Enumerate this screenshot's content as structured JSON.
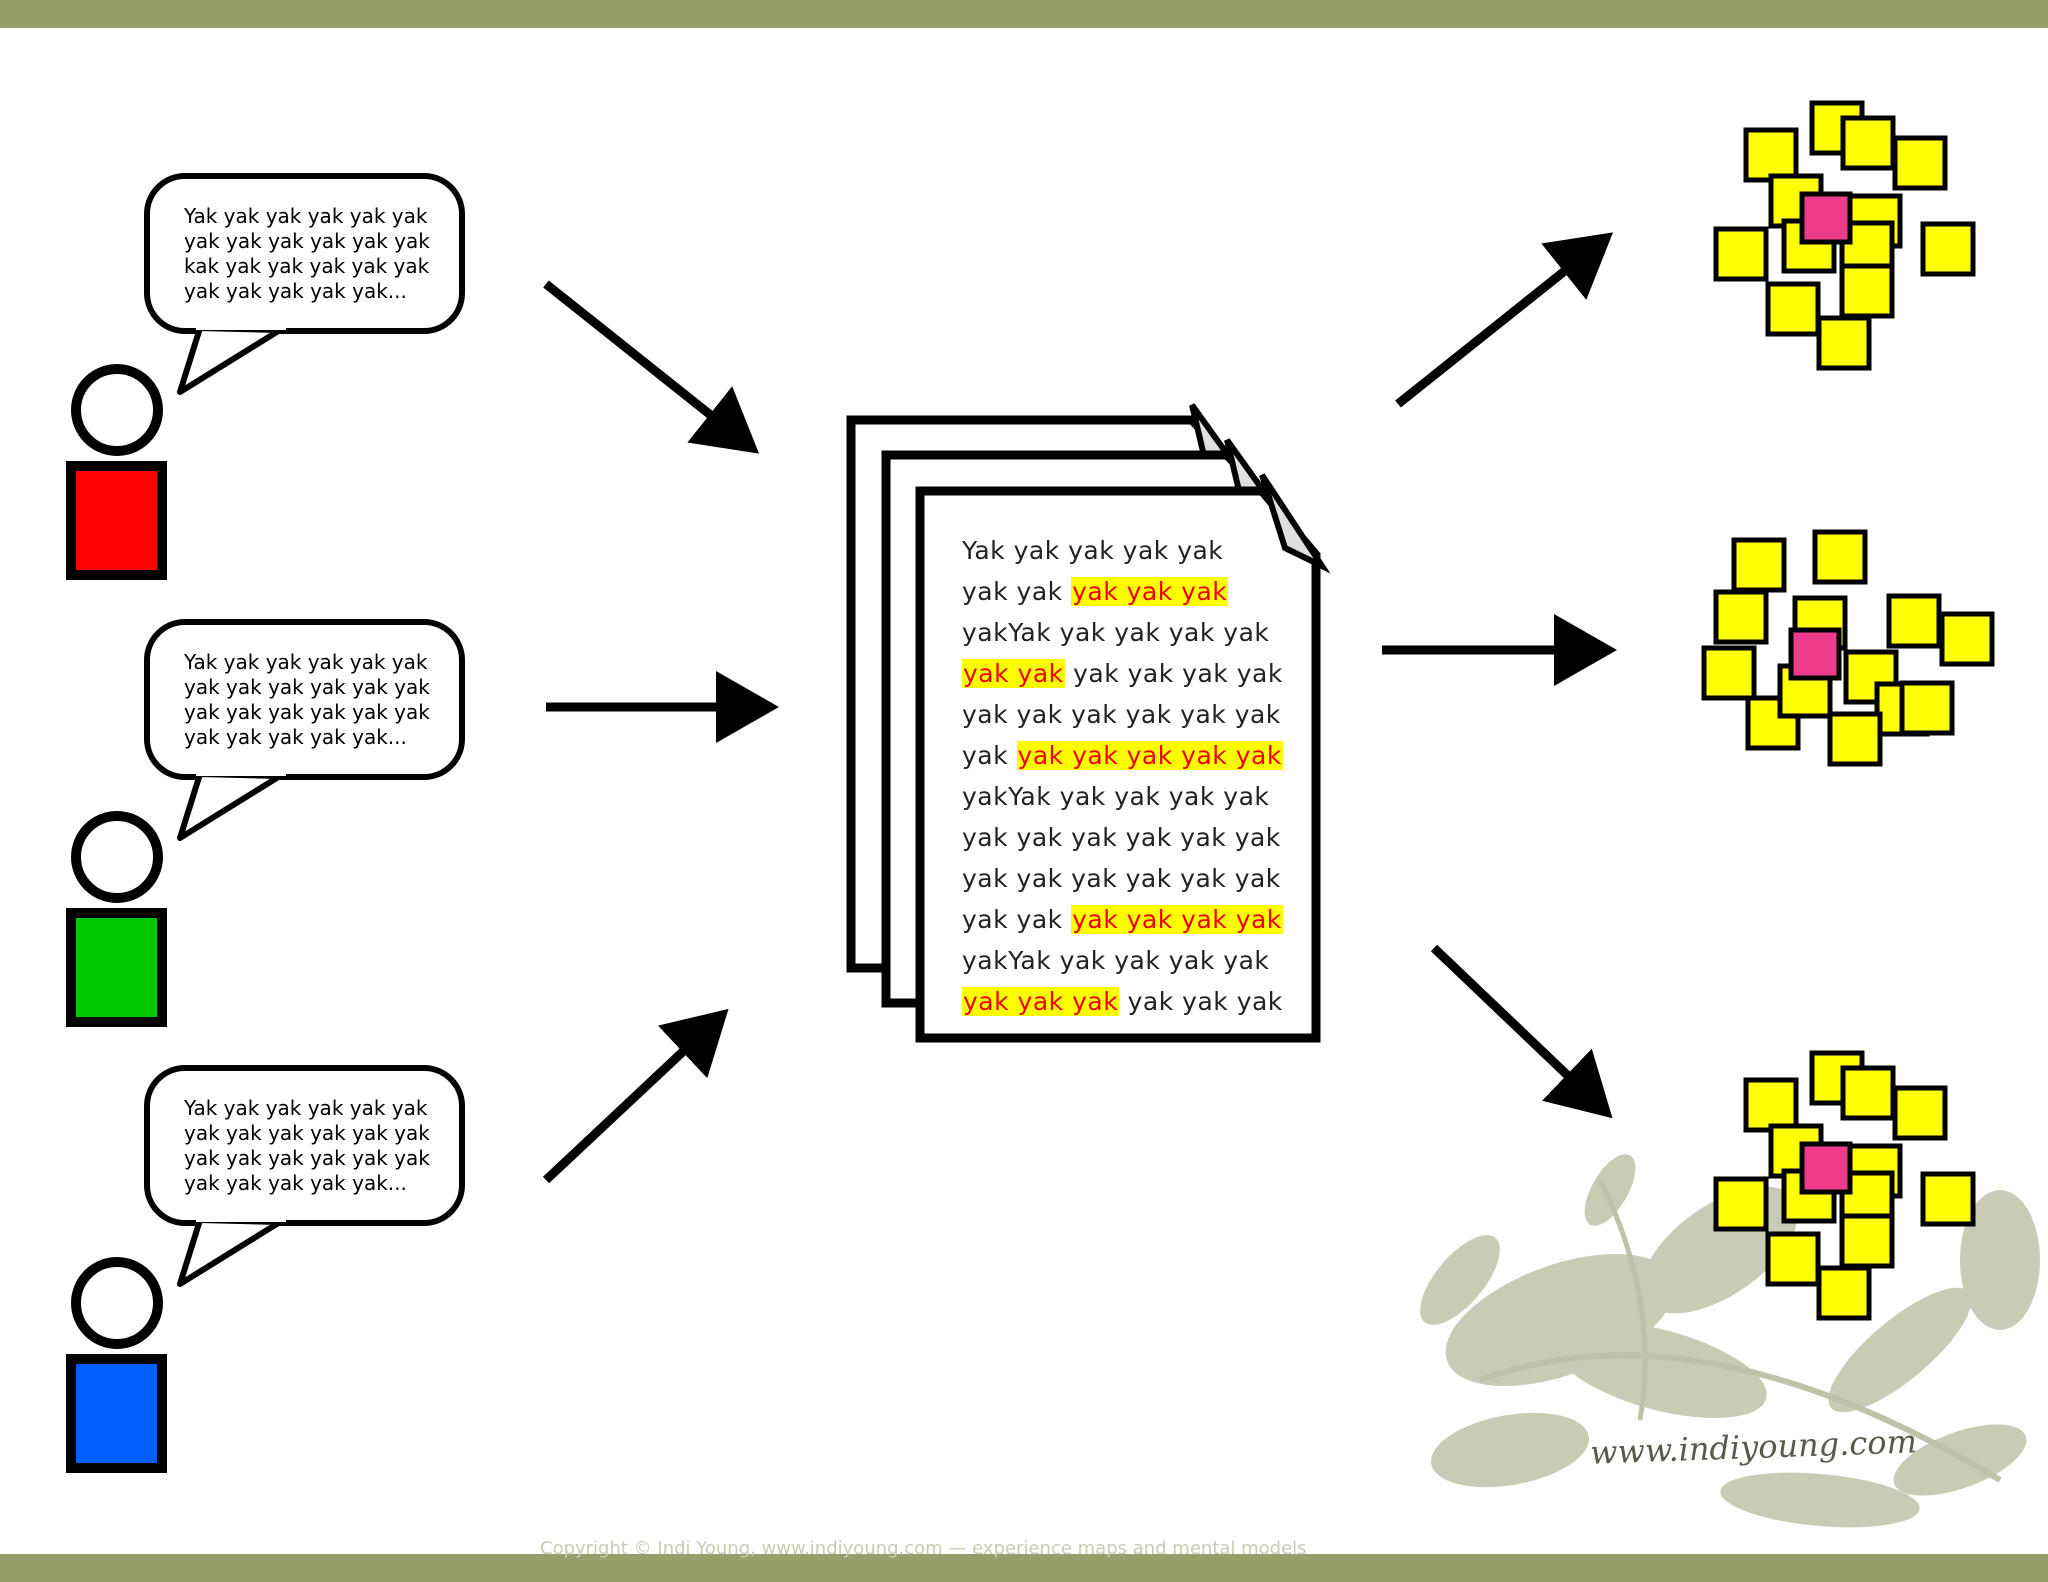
{
  "speech_bubbles": [
    {
      "lines": [
        "Yak yak yak yak yak yak",
        "yak yak yak yak yak yak",
        "kak yak yak yak yak yak",
        "yak yak yak yak yak..."
      ]
    },
    {
      "lines": [
        "Yak yak yak yak yak yak",
        "yak yak yak yak yak yak",
        "yak yak yak yak yak yak",
        "yak yak yak yak yak..."
      ]
    },
    {
      "lines": [
        "Yak yak yak yak yak yak",
        "yak yak yak yak yak yak",
        "yak yak yak yak yak yak",
        "yak yak yak yak yak..."
      ]
    }
  ],
  "people": [
    {
      "body_color": "#ff0000"
    },
    {
      "body_color": "#00c800"
    },
    {
      "body_color": "#0060ff"
    }
  ],
  "document": {
    "lines": [
      {
        "plain": "Yak yak yak yak yak",
        "highlight": "",
        "after": ""
      },
      {
        "plain": "yak yak ",
        "highlight": "yak yak yak",
        "after": ""
      },
      {
        "plain": "yakYak yak yak yak yak",
        "highlight": "",
        "after": ""
      },
      {
        "plain": "",
        "highlight": "yak yak",
        "after": " yak yak yak yak"
      },
      {
        "plain": "yak yak yak yak yak yak",
        "highlight": "",
        "after": ""
      },
      {
        "plain": "yak ",
        "highlight": "yak yak yak yak yak",
        "after": ""
      },
      {
        "plain": "yakYak yak yak yak yak",
        "highlight": "",
        "after": ""
      },
      {
        "plain": "yak yak yak yak yak yak",
        "highlight": "",
        "after": ""
      },
      {
        "plain": "yak yak yak yak yak yak",
        "highlight": "",
        "after": ""
      },
      {
        "plain": "yak yak ",
        "highlight": "yak yak yak yak",
        "after": ""
      },
      {
        "plain": "yakYak yak yak yak yak",
        "highlight": "",
        "after": ""
      },
      {
        "plain": "",
        "highlight": "yak yak yak",
        "after": " yak yak yak"
      }
    ]
  },
  "colors": {
    "band": "#969f6c",
    "sticky": "#ffff00",
    "sticky_center": "#ee3c8c",
    "highlight_bg": "#ffff00",
    "highlight_text": "#ee0000"
  },
  "footer": {
    "text": "Copyright © Indi Young, www.indiyoung.com — experience maps and mental models"
  },
  "watermark": {
    "text": "www.indiyoung.com"
  }
}
